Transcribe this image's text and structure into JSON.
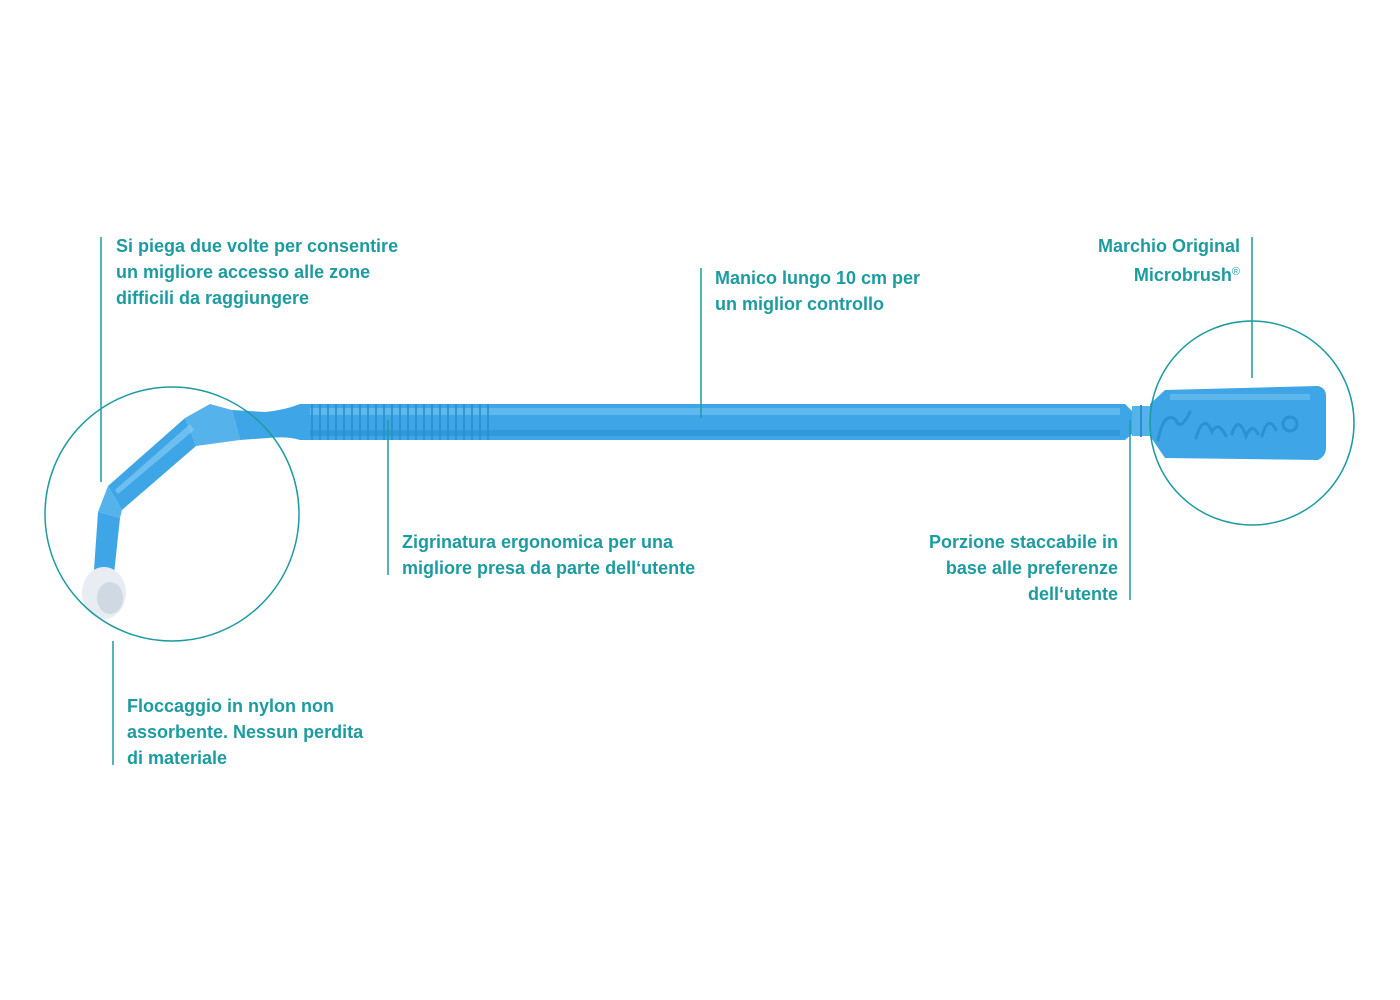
{
  "colors": {
    "accent": "#1c9ba1",
    "handle": "#3ea6e6",
    "handle_dark": "#2a8fd0",
    "handle_light": "#7cc8f2",
    "tip": "#e8edf3"
  },
  "callouts": {
    "bend": "Si piega due volte per consentire\nun migliore accesso alle zone\ndifficili da raggiungere",
    "flocking": "Floccaggio in nylon non\nassorbente. Nessun perdita\ndi materiale",
    "grip": "Zigrinatura ergonomica per una\nmigliore presa da parte dell‘utente",
    "handle": "Manico lungo 10 cm per\nun miglior controllo",
    "breakaway": "Porzione staccabile in\nbase alle preferenze\ndell‘utente",
    "brand_line1": "Marchio Original",
    "brand_line2": "Microbrush",
    "brand_mark": "®"
  },
  "icons": {
    "product": "microbrush-applicator-illustration"
  }
}
